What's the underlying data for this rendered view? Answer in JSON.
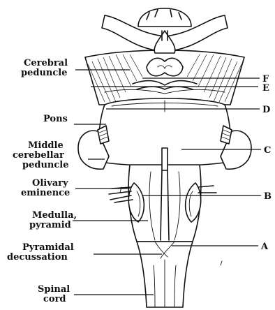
{
  "labels_left": {
    "cerebral_peduncle": [
      "Cerebral",
      "peduncle"
    ],
    "pons": [
      "Pons"
    ],
    "middle_cerebellar_peduncle": [
      "Middle",
      "cerebellar",
      "peduncle"
    ],
    "olivary_eminence": [
      "Olivary",
      "eminence"
    ],
    "medulla_pyramid": [
      "Medulla,",
      "pyramid"
    ],
    "pyramidal_decussation": [
      "Pyramidal",
      "decussation"
    ],
    "spinal_cord": [
      "Spinal",
      "cord"
    ]
  },
  "labels_right": [
    "F",
    "E",
    "D",
    "C",
    "B",
    "A"
  ]
}
